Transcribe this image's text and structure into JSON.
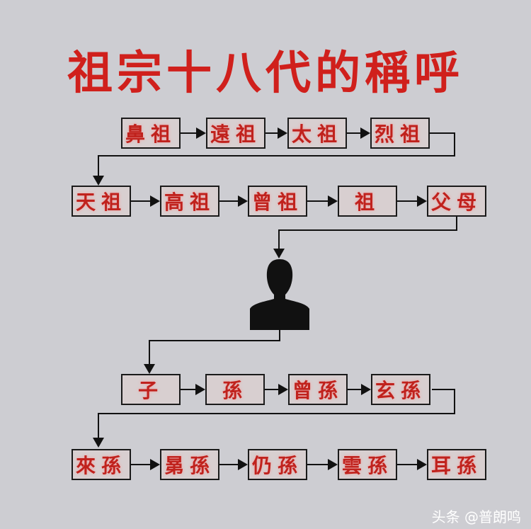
{
  "title": "祖宗十八代的稱呼",
  "rows": [
    [
      "鼻祖",
      "遠祖",
      "太祖",
      "烈祖"
    ],
    [
      "天祖",
      "高祖",
      "曾祖",
      "祖",
      "父母"
    ],
    [
      "子",
      "孫",
      "曾孫",
      "玄孫"
    ],
    [
      "來孫",
      "晜孫",
      "仍孫",
      "雲孫",
      "耳孫"
    ]
  ],
  "center_icon": "person-silhouette-icon",
  "watermark": "头条 @普朗鸣"
}
